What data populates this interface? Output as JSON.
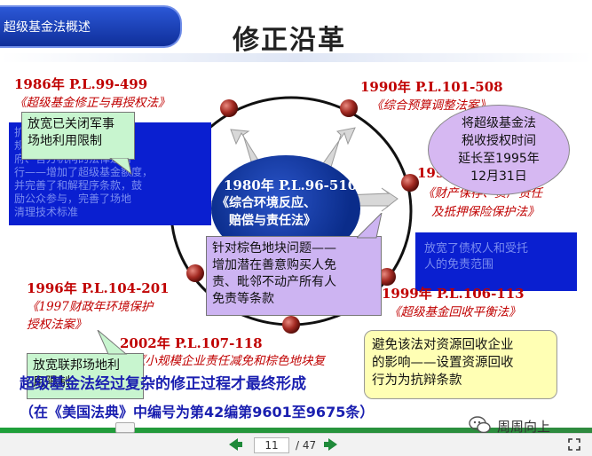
{
  "header": {
    "tab_label": "超级基金法概述",
    "title": "修正沿革"
  },
  "center": {
    "line1": "1980年 P.L.96-510",
    "line2": "《综合环境反应、",
    "line3": "赔偿与责任法》"
  },
  "nodes": {
    "n1986": {
      "year": "1986年 P.L.99-499",
      "law": "《超级基金修正与再授权法》"
    },
    "n1990": {
      "year": "1990年 P.L.101-508",
      "law": "《综合预算调整法案》"
    },
    "n1996": {
      "year": "1996年 P.L.104-201",
      "law_line1": "《1997财政年环境保护",
      "law_line2": "授权法案》"
    },
    "n2002": {
      "year": "2002年 P.L.107-118",
      "law": "《小规模企业责任减免和棕色地块复"
    },
    "n1996b": {
      "year": "1999年 P.L.106-113",
      "law": "《超级基金回收平衡法》"
    },
    "n1992": {
      "year": "1992年 P.L.102-",
      "law_line1": "《财产保存、资产责任",
      "law_line2": "及抵押保险保护法》"
    }
  },
  "blue_boxes": {
    "left_lines": [
      "扩大了关于责任免除的",
      "规定，进一步明确了州政",
      "府、官方机构的法律适用",
      "行——增加了超级基金额度，",
      "并完善了和解程序条款，鼓",
      "励公众参与，完善了场地",
      "清理技术标准"
    ],
    "right_lines": [
      "放宽了债权人和受托",
      "人的免责范围"
    ]
  },
  "callouts": {
    "military": [
      "放宽已关闭军事",
      "场地利用限制"
    ],
    "tax": [
      "将超级基金法",
      "税收授权时间",
      "延长至1995年",
      "12月31日"
    ],
    "brownfield": [
      "针对棕色地块问题——",
      "增加潜在善意购买人免",
      "责、毗邻不动产所有人",
      "免责等条款"
    ],
    "federal": [
      "放宽联邦场地利",
      "用限制"
    ],
    "recycle": [
      "避免该法对资源回收企业",
      "的影响——设置资源回收",
      "行为为抗辩条款"
    ]
  },
  "bottom": {
    "line1": "超级基金法经过复杂的修正过程才最终形成",
    "line2": "（在《美国法典》中编号为第42编第9601至9675条）"
  },
  "pager": {
    "current": "11",
    "total": "/ 47"
  },
  "watermark": "周周向上",
  "colors": {
    "red": "#c00000",
    "blue": "#0a1fd0",
    "navy": "#1a1fb0",
    "green": "#2f8a3f"
  }
}
